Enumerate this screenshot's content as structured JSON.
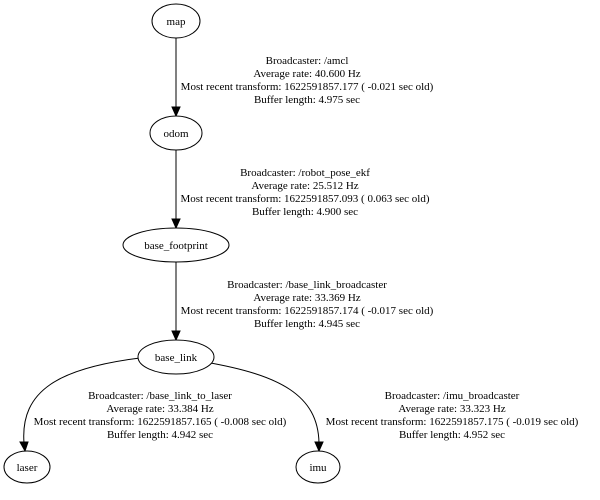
{
  "nodes": {
    "map": "map",
    "odom": "odom",
    "base_footprint": "base_footprint",
    "base_link": "base_link",
    "laser": "laser",
    "imu": "imu"
  },
  "edges": {
    "map_odom": {
      "broadcaster": "Broadcaster: /amcl",
      "rate": "Average rate: 40.600 Hz",
      "recent": "Most recent transform: 1622591857.177 ( -0.021 sec old)",
      "buffer": "Buffer length: 4.975 sec"
    },
    "odom_base_footprint": {
      "broadcaster": "Broadcaster: /robot_pose_ekf",
      "rate": "Average rate: 25.512 Hz",
      "recent": "Most recent transform: 1622591857.093 ( 0.063 sec old)",
      "buffer": "Buffer length: 4.900 sec"
    },
    "base_footprint_base_link": {
      "broadcaster": "Broadcaster: /base_link_broadcaster",
      "rate": "Average rate: 33.369 Hz",
      "recent": "Most recent transform: 1622591857.174 ( -0.017 sec old)",
      "buffer": "Buffer length: 4.945 sec"
    },
    "base_link_laser": {
      "broadcaster": "Broadcaster: /base_link_to_laser",
      "rate": "Average rate: 33.384 Hz",
      "recent": "Most recent transform: 1622591857.165 ( -0.008 sec old)",
      "buffer": "Buffer length: 4.942 sec"
    },
    "base_link_imu": {
      "broadcaster": "Broadcaster: /imu_broadcaster",
      "rate": "Average rate: 33.323 Hz",
      "recent": "Most recent transform: 1622591857.175 ( -0.019 sec old)",
      "buffer": "Buffer length: 4.952 sec"
    }
  }
}
